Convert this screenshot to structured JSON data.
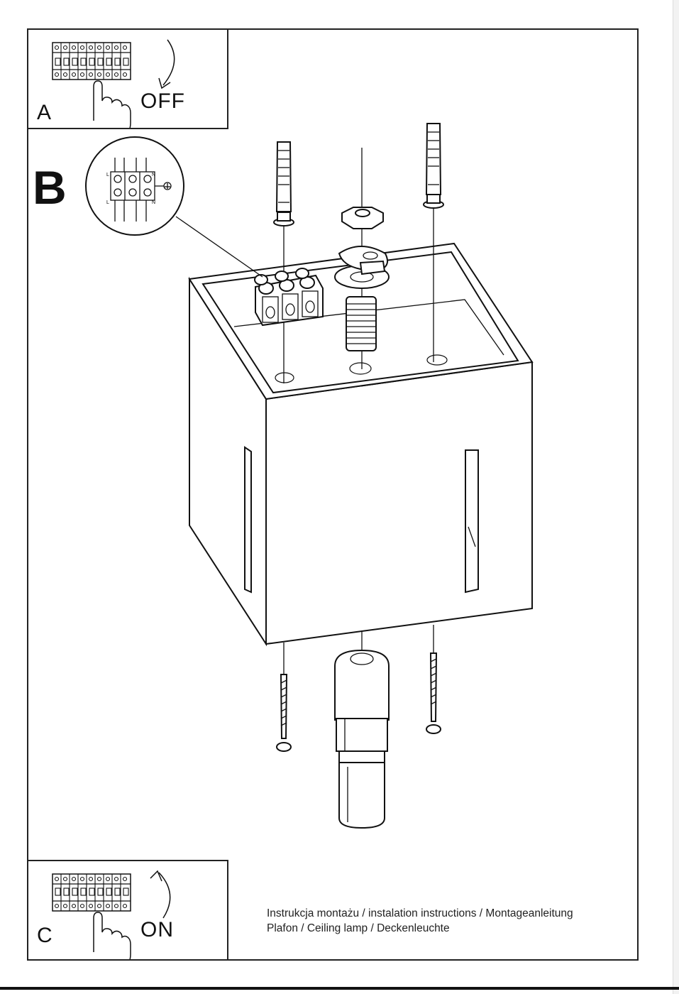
{
  "steps": {
    "a": {
      "letter": "A",
      "state": "OFF"
    },
    "b": {
      "letter": "B"
    },
    "c": {
      "letter": "C",
      "state": "ON"
    }
  },
  "wiring_labels": {
    "live": "L",
    "neutral": "N"
  },
  "caption": {
    "line1": "Instrukcja montażu / instalation instructions / Montageanleitung",
    "line2": "Plafon / Ceiling lamp / Deckenleuchte"
  },
  "icons": [
    "circuit-breaker-icon",
    "hand-icon",
    "arrow-down-icon",
    "arrow-up-icon",
    "ground-icon"
  ]
}
